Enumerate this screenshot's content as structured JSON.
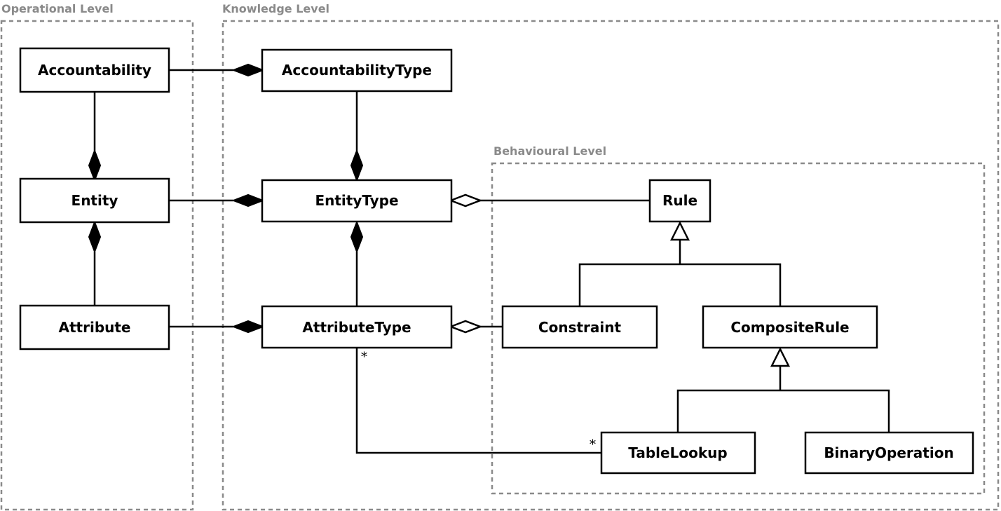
{
  "regions": {
    "operational": "Operational Level",
    "knowledge": "Knowledge Level",
    "behavioural": "Behavioural Level"
  },
  "classes": {
    "accountability": "Accountability",
    "accountability_type": "AccountabilityType",
    "entity": "Entity",
    "entity_type": "EntityType",
    "attribute": "Attribute",
    "attribute_type": "AttributeType",
    "rule": "Rule",
    "constraint": "Constraint",
    "composite_rule": "CompositeRule",
    "table_lookup": "TableLookup",
    "binary_operation": "BinaryOperation"
  },
  "multiplicities": {
    "attribute_type_end": "*",
    "table_lookup_end": "*"
  },
  "colors": {
    "frame": "#8a8a8a",
    "stroke": "#000000",
    "background": "#ffffff"
  }
}
